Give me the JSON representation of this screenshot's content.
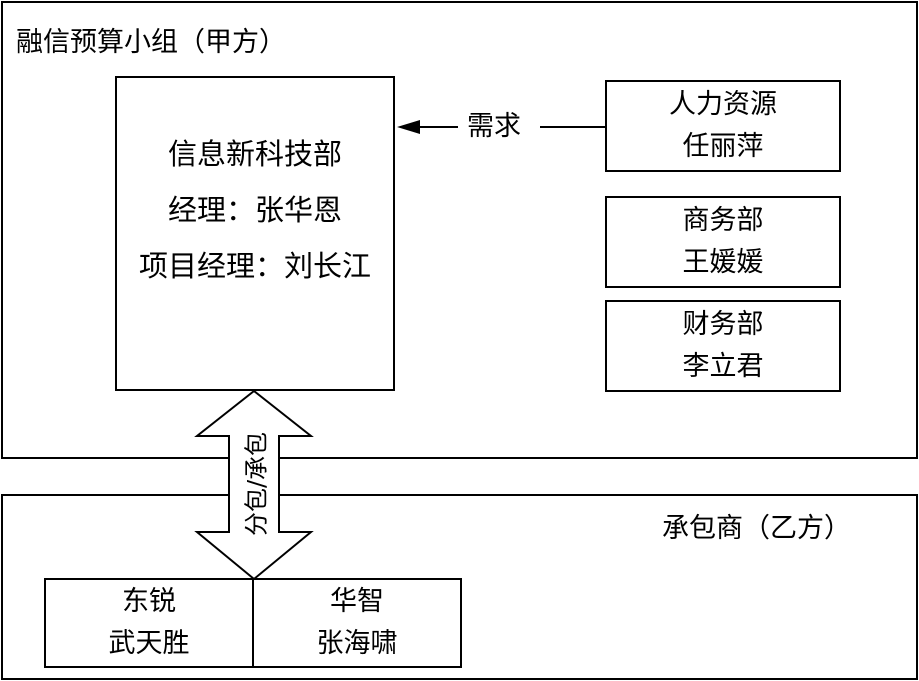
{
  "party_a": {
    "title": "融信预算小组（甲方）",
    "main_dept": {
      "name": "信息新科技部",
      "manager": "经理：张华恩",
      "project_manager": "项目经理：刘长江"
    },
    "departments": [
      {
        "dept": "人力资源",
        "person": "任丽萍"
      },
      {
        "dept": "商务部",
        "person": "王媛媛"
      },
      {
        "dept": "财务部",
        "person": "李立君"
      }
    ],
    "demand_label": "需求"
  },
  "relation_label": "分包/承包",
  "party_b": {
    "title": "承包商（乙方）",
    "contractors": [
      {
        "company": "东锐",
        "person": "武天胜"
      },
      {
        "company": "华智",
        "person": "张海啸"
      }
    ]
  }
}
